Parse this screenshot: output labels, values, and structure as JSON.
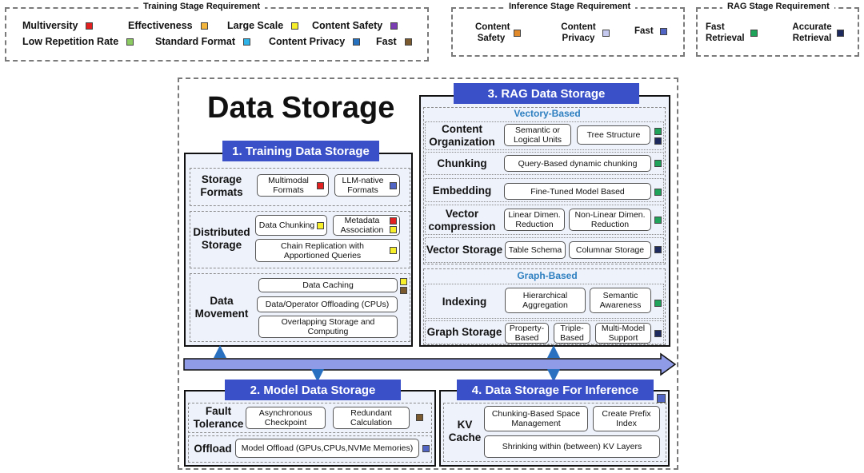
{
  "legend": {
    "training": {
      "title": "Training Stage Requirement",
      "items": [
        {
          "label": "Multiversity",
          "color": "#e32020"
        },
        {
          "label": "Effectiveness",
          "color": "#f4b63c"
        },
        {
          "label": "Large Scale",
          "color": "#f7ef2a"
        },
        {
          "label": "Content Safety",
          "color": "#7b3fb3"
        },
        {
          "label": "Low Repetition Rate",
          "color": "#8ccb62"
        },
        {
          "label": "Standard Format",
          "color": "#2eb3e8"
        },
        {
          "label": "Content Privacy",
          "color": "#2670c0"
        },
        {
          "label": "Fast",
          "color": "#7a5a2e"
        }
      ]
    },
    "inference": {
      "title": "Inference Stage Requirement",
      "items": [
        {
          "label": "Content Safety",
          "color": "#e08a2c"
        },
        {
          "label": "Content Privacy",
          "color": "#c5c9f0"
        },
        {
          "label": "Fast",
          "color": "#5166c4"
        }
      ]
    },
    "rag": {
      "title": "RAG Stage Requirement",
      "items": [
        {
          "label": "Fast Retrieval",
          "color": "#1fa35a"
        },
        {
          "label": "Accurate Retrieval",
          "color": "#1c2a5e"
        }
      ]
    }
  },
  "main_title": "Data Storage",
  "training": {
    "title": "1. Training Data Storage",
    "storage_formats": {
      "label": "Storage Formats",
      "multimodal": "Multimodal Formats",
      "llm_native": "LLM-native Formats"
    },
    "distributed": {
      "label": "Distributed Storage",
      "chunking": "Data Chunking",
      "metadata": "Metadata Association",
      "chain": "Chain Replication with Apportioned Queries"
    },
    "movement": {
      "label": "Data Movement",
      "caching": "Data Caching",
      "offloading": "Data/Operator Offloading (CPUs)",
      "overlapping": "Overlapping Storage and Computing"
    }
  },
  "rag": {
    "title": "3. RAG Data Storage",
    "vector_title": "Vectory-Based",
    "content_org": {
      "label": "Content Organization",
      "semantic": "Semantic or Logical Units",
      "tree": "Tree Structure"
    },
    "chunking": {
      "label": "Chunking",
      "query": "Query-Based dynamic chunking"
    },
    "embedding": {
      "label": "Embedding",
      "finetuned": "Fine-Tuned Model Based"
    },
    "vector_comp": {
      "label": "Vector compression",
      "linear": "Linear Dimen. Reduction",
      "nonlinear": "Non-Linear Dimen. Reduction"
    },
    "vector_storage": {
      "label": "Vector Storage",
      "table": "Table Schema",
      "columnar": "Columnar Storage"
    },
    "graph_title": "Graph-Based",
    "indexing": {
      "label": "Indexing",
      "hierarchical": "Hierarchical Aggregation",
      "semantic": "Semantic Awareness"
    },
    "graph_storage": {
      "label": "Graph Storage",
      "property": "Property-Based",
      "triple": "Triple-Based",
      "multimodel": "Multi-Model Support"
    }
  },
  "model": {
    "title": "2. Model Data Storage",
    "fault": {
      "label": "Fault Tolerance",
      "async": "Asynchronous Checkpoint",
      "redundant": "Redundant Calculation"
    },
    "offload": {
      "label": "Offload",
      "model_offload": "Model Offload (GPUs,CPUs,NVMe Memories)"
    }
  },
  "inference": {
    "title": "4. Data Storage For Inference",
    "kv": {
      "label": "KV Cache",
      "chunking": "Chunking-Based Space Management",
      "prefix": "Create Prefix Index",
      "shrinking": "Shrinking within (between) KV Layers"
    }
  }
}
